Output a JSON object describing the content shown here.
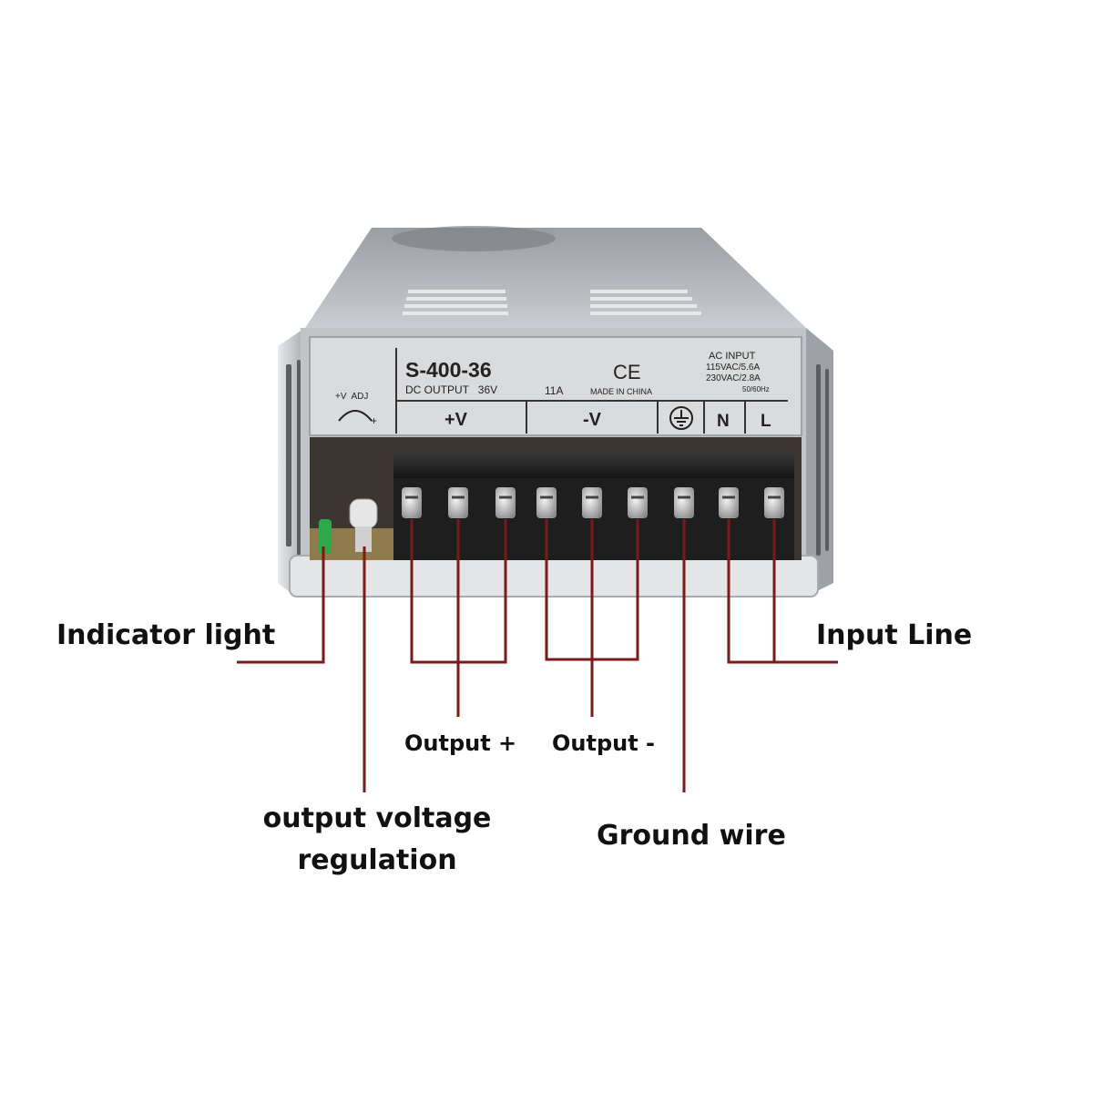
{
  "device": {
    "model": "S-400-36",
    "dc_output": "DC OUTPUT   36V",
    "current": "11A",
    "ce_mark": "CE",
    "origin": "MADE IN CHINA",
    "ac_input": [
      "AC INPUT",
      "115VAC/5.6A",
      "230VAC/2.8A",
      "50/60Hz"
    ],
    "adj_label": "+V  ADJ",
    "terminal_labels": [
      "+V",
      "-V",
      "N",
      "L"
    ],
    "ground_symbol": "ground-symbol-icon"
  },
  "callouts": {
    "indicator": "Indicator light",
    "regulation_line1": "output voltage",
    "regulation_line2": "regulation",
    "output_plus": "Output +",
    "output_minus": "Output -",
    "ground": "Ground wire",
    "input": "Input Line"
  },
  "colors": {
    "leader_line": "#7a1a1a",
    "housing": "#b9bcc0",
    "label_panel": "#d6d8da",
    "terminal_block": "#2a2a2a",
    "indicator_led": "#2fa84a"
  }
}
